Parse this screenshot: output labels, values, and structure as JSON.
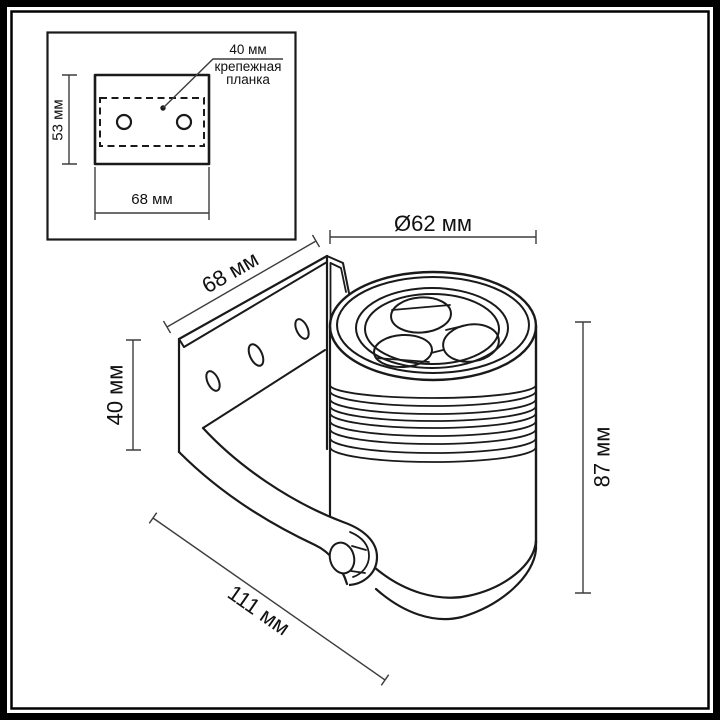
{
  "colors": {
    "line": "#1a1a1a",
    "dimension_line": "#3d3d3d",
    "background": "#ffffff"
  },
  "inset": {
    "leader_label": "40 мм",
    "caption_line1": "крепежная",
    "caption_line2": "планка",
    "height_label": "53 мм",
    "width_label": "68 мм"
  },
  "main": {
    "diameter_label": "Ø62 мм",
    "bracket_width_label": "68 мм",
    "bracket_height_label": "40 мм",
    "body_height_label": "87 мм",
    "overall_length_label": "111 мм"
  }
}
